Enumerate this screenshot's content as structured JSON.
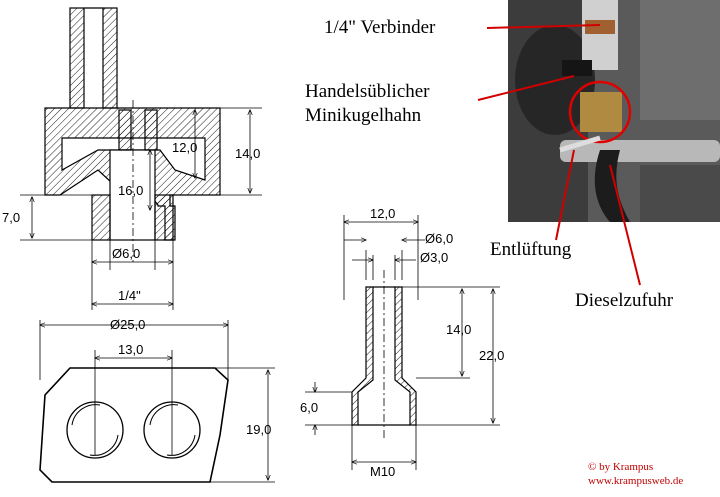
{
  "top_part": {
    "dims": {
      "inner_height": "12,0",
      "height_total": "14,0",
      "depth": "16,0",
      "base_height": "7,0",
      "bore": "Ø6,0",
      "thread": "1/4\""
    }
  },
  "bottom_part": {
    "dims": {
      "diameter": "Ø25,0",
      "hole_spacing": "13,0",
      "width": "19,0"
    }
  },
  "nipple": {
    "dims": {
      "top_width": "12,0",
      "outer_diameter": "Ø6,0",
      "inner_diameter": "Ø3,0",
      "shaft_length": "14,0",
      "total_length": "22,0",
      "thread_length": "6,0",
      "thread": "M10"
    }
  },
  "photo": {
    "labels": {
      "connector": "1/4\" Verbinder",
      "valve_line1": "Handelsüblicher",
      "valve_line2": "Minikugelhahn",
      "vent": "Entlüftung",
      "fuel": "Dieselzufuhr"
    }
  },
  "credit": {
    "line1": "© by Krampus",
    "line2": "www.krampusweb.de"
  },
  "colors": {
    "callout_line": "#d00000",
    "credit_text": "#c00000"
  }
}
